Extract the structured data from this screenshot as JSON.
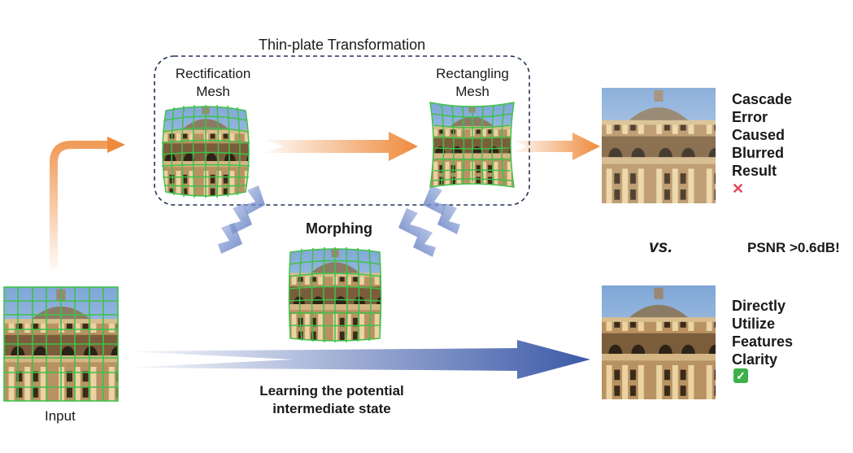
{
  "frame": {
    "title": "Thin-plate Transformation"
  },
  "labels": {
    "rectification": [
      "Rectification",
      "Mesh"
    ],
    "rectangling": [
      "Rectangling",
      "Mesh"
    ],
    "morphing": "Morphing",
    "input": "Input",
    "learning": [
      "Learning the potential",
      "intermediate state"
    ],
    "vs": "vs.",
    "psnr": "PSNR >0.6dB!"
  },
  "results": {
    "cascade": {
      "lines": [
        "Cascade",
        "Error",
        "Caused",
        "Blurred",
        "Result"
      ],
      "mark_icon": "cross-mark-icon",
      "mark_color": "#e2445c"
    },
    "direct": {
      "lines": [
        "Directly",
        "Utilize",
        "Features",
        "Clarity"
      ],
      "mark_icon": "check-mark-icon",
      "mark_color": "#3fb14a"
    }
  },
  "colors": {
    "orange": "#ee8a3c",
    "blue": "#3c5aa8",
    "mesh": "#3fc14a",
    "frame": "#223355"
  }
}
